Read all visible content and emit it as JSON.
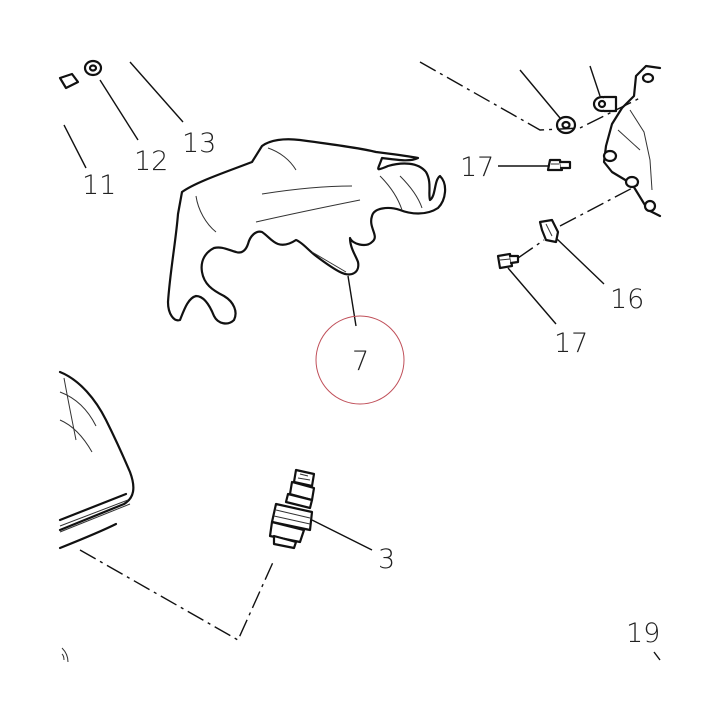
{
  "callouts": {
    "c3": "3",
    "c7": "7",
    "c11": "11",
    "c12": "12",
    "c13": "13",
    "c16": "16",
    "c17a": "17",
    "c17b": "17",
    "c19": "19"
  },
  "colors": {
    "line": "#111111",
    "highlight_circle": "#c0505a",
    "background": "#ffffff"
  }
}
